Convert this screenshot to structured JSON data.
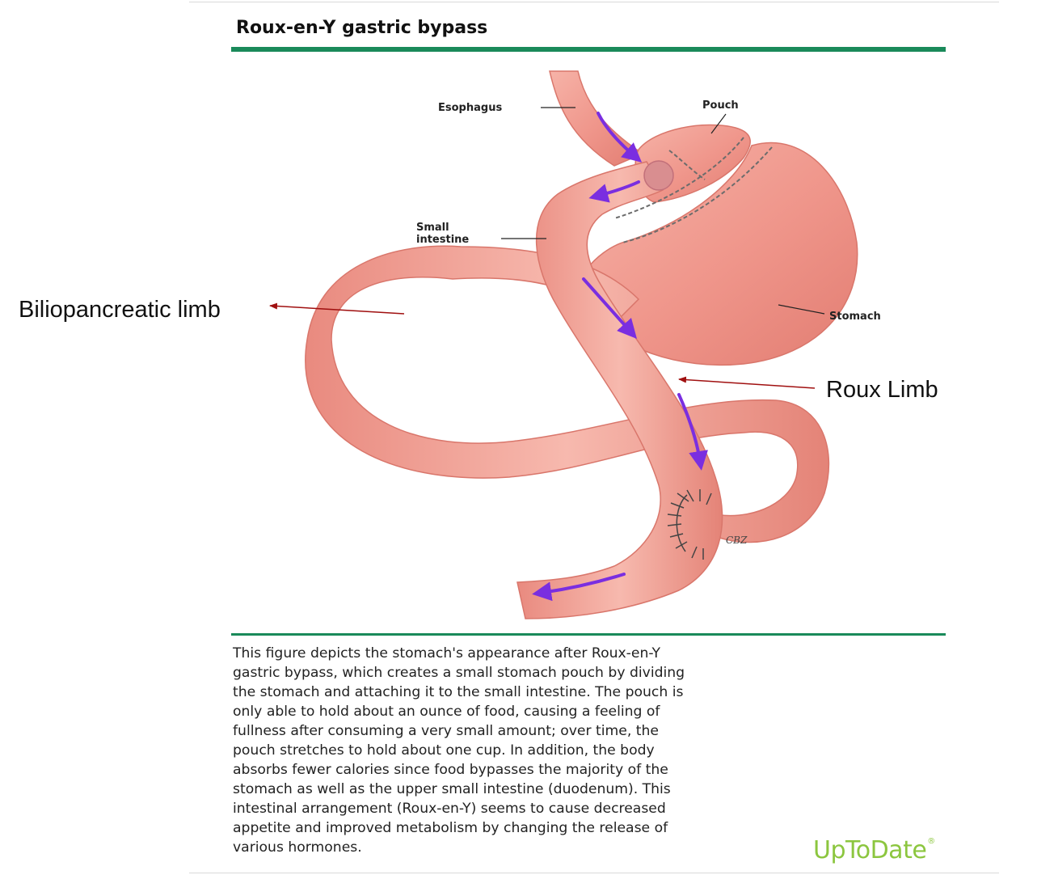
{
  "figure": {
    "title": "Roux-en-Y gastric bypass",
    "labels": {
      "esophagus": "Esophagus",
      "pouch": "Pouch",
      "small_intestine_1": "Small",
      "small_intestine_2": "intestine",
      "stomach": "Stomach",
      "biliopancreatic_limb": "Biliopancreatic limb",
      "roux_limb": "Roux Limb"
    },
    "artist_initials": "CBZ"
  },
  "caption": {
    "lines": [
      "This figure depicts the stomach's appearance after Roux-en-Y",
      "gastric bypass, which creates a small stomach pouch by dividing",
      "the stomach and attaching it to the small intestine. The pouch is",
      "only able to hold about an ounce of food, causing a feeling of",
      "fullness after consuming a very small amount; over time, the",
      "pouch stretches to hold about one cup. In addition, the body",
      "absorbs fewer calories since food bypasses the majority of the",
      "stomach as well as the upper small intestine (duodenum). This",
      "intestinal arrangement (Roux-en-Y) seems to cause decreased",
      "appetite and improved metabolism by changing the release of",
      "various hormones."
    ]
  },
  "brand": {
    "name": "UpToDate",
    "mark": "®"
  },
  "colors": {
    "accent_rule": "#1a8a5a",
    "tissue": "#ef9a8f",
    "tissue_dark": "#d9766b",
    "flow_arrow": "#7a2ee0",
    "pointer_arrow": "#a01010",
    "brand": "#8cc63f"
  }
}
